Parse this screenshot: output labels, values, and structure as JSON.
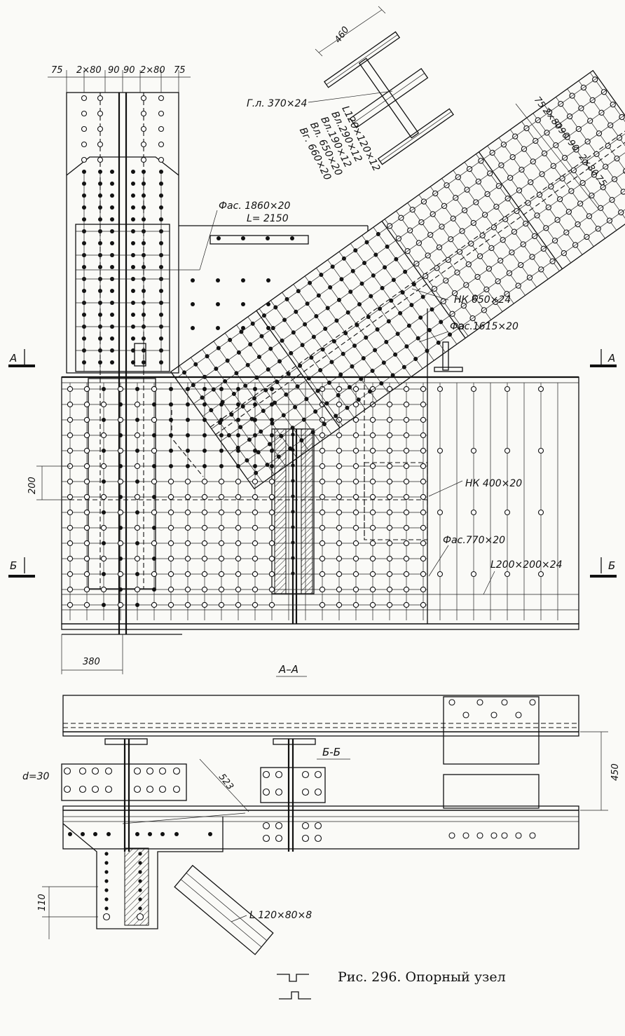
{
  "drawing": {
    "caption": "Рис. 296. Опорный узел",
    "top_dims": [
      "75",
      "2×80",
      "90",
      "90",
      "2×80",
      "75"
    ],
    "diag_dims": [
      "75",
      "2×80",
      "90",
      "90",
      "2×80",
      "75"
    ],
    "callouts": {
      "gusset": "Г.л. 370×24",
      "diag_members": [
        "L120×120×12",
        "Вл.290×12",
        "Вл.190×12",
        "Вл. 650×20",
        "Вг. 660×20"
      ],
      "dim_460": "460",
      "fas1860": "Фас. 1860×20",
      "L2150": "L= 2150",
      "nk650": "НК 650×24",
      "fas1615": "Фас.1615×20",
      "nk400": "НК 400×20",
      "fas770": "Фас.770×20",
      "L200": "L200×200×24",
      "L120x80": "L 120×80×8",
      "d30": "d=30"
    },
    "dims": {
      "d200": "200",
      "d380": "380",
      "d450": "450",
      "d523": "523",
      "d110": "110"
    },
    "sections": {
      "A_left": "А",
      "A_right": "А",
      "B_left": "Б",
      "B_right": "Б",
      "AA": "А–А",
      "BB": "Б-Б"
    }
  }
}
